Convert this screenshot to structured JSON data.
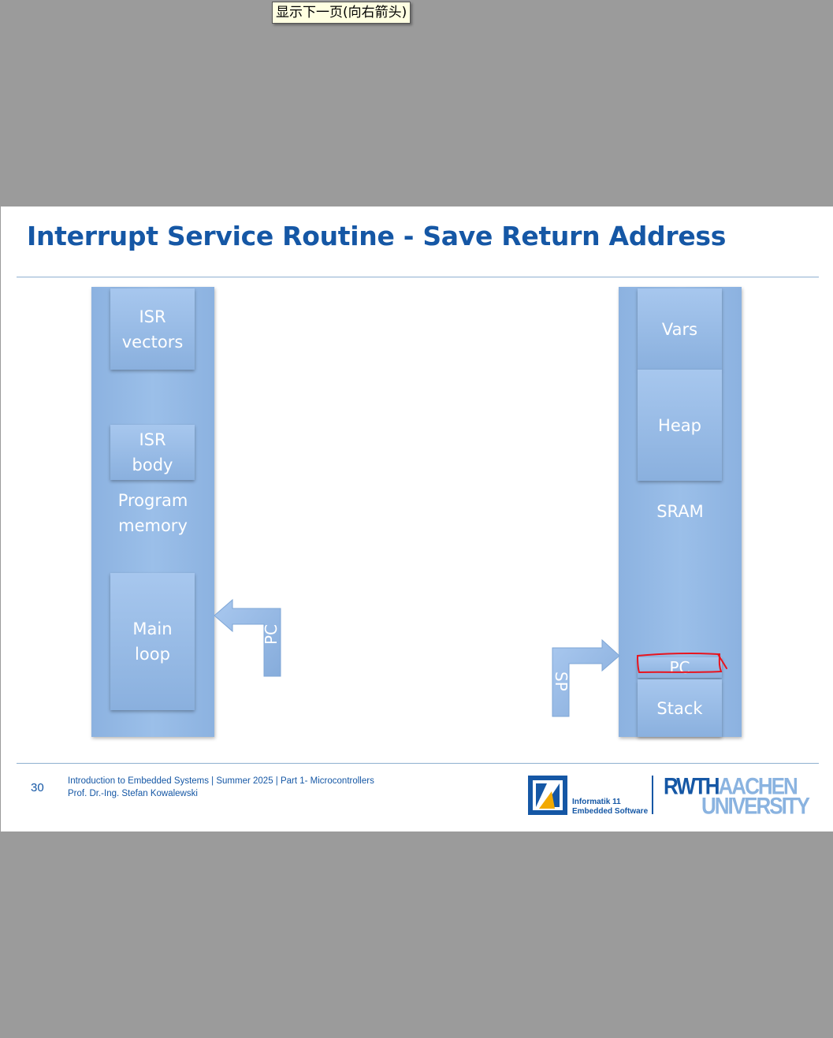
{
  "tooltip": {
    "text": "显示下一页(向右箭头)"
  },
  "slide": {
    "title": "Interrupt Service Routine - Save Return Address",
    "program_memory": {
      "label": "Program\nmemory",
      "isr_vectors": "ISR\nvectors",
      "isr_body": "ISR\nbody",
      "main_loop": "Main\nloop"
    },
    "sram": {
      "label": "SRAM",
      "vars": "Vars",
      "heap": "Heap",
      "pc_entry": "PC",
      "stack": "Stack"
    },
    "pc_arrow_label": "PC",
    "sp_arrow_label": "SP",
    "annotation_color": "#e8141e",
    "accent_color": "#1557a5",
    "block_color": "#8db3e2"
  },
  "footer": {
    "page_number": "30",
    "line1": "Introduction to Embedded Systems | Summer 2025 | Part 1- Microcontrollers",
    "line2": "Prof. Dr.-Ing. Stefan Kowalewski",
    "logo1_line1": "Informatik 11",
    "logo1_line2": "Embedded Software",
    "logo2_rwth": "RWTH",
    "logo2_aachen": "AACHEN",
    "logo2_university": "UNIVERSITY"
  }
}
